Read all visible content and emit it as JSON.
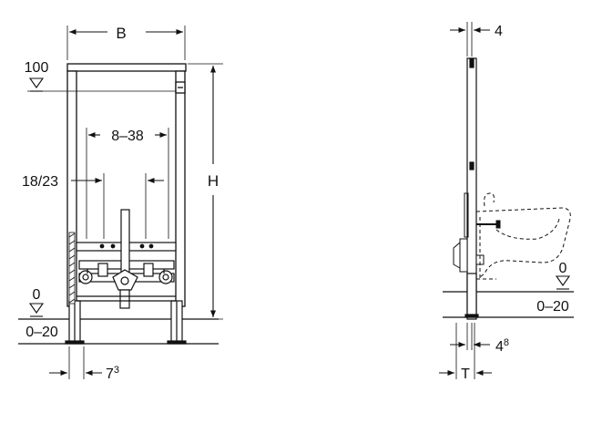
{
  "front_view": {
    "width_label": "B",
    "top_height_label": "100",
    "height_label": "H",
    "spacing_label": "8–38",
    "pipe_label": "18/23",
    "floor_zero_label": "0",
    "floor_range_label": "0–20",
    "offset_label_main": "7",
    "offset_label_sup": "3"
  },
  "side_view": {
    "top_thickness_label": "4",
    "floor_zero_label": "0",
    "floor_range_label": "0–20",
    "foot_label_main": "4",
    "foot_label_sup": "8",
    "depth_label": "T"
  },
  "colors": {
    "line": "#111111",
    "background": "#ffffff"
  }
}
